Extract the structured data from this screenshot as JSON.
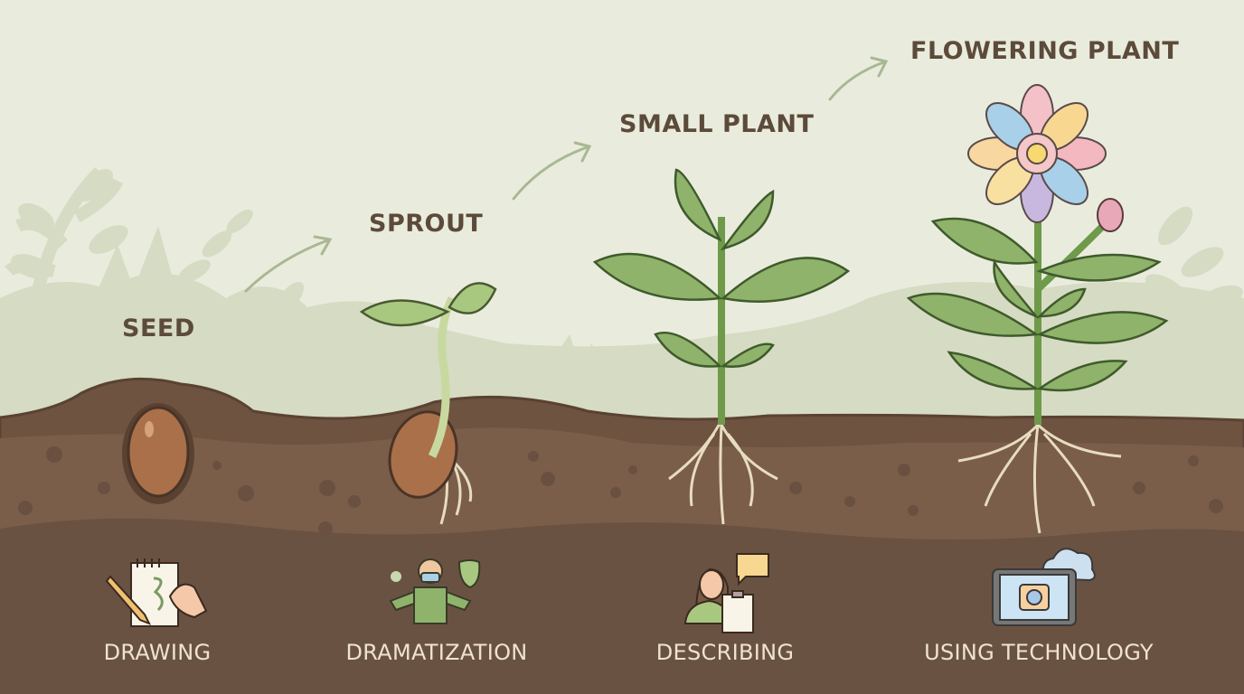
{
  "stages": [
    {
      "label": "SEED"
    },
    {
      "label": "SPROUT"
    },
    {
      "label": "SMALL PLANT"
    },
    {
      "label": "FLOWERING PLANT"
    }
  ],
  "methods": [
    {
      "label": "DRAWING",
      "icon": "notepad-pencil-hand-icon"
    },
    {
      "label": "DRAMATIZATION",
      "icon": "actor-mask-icon"
    },
    {
      "label": "DESCRIBING",
      "icon": "person-speech-clipboard-icon"
    },
    {
      "label": "USING TECHNOLOGY",
      "icon": "tablet-camera-cloud-icon"
    }
  ],
  "colors": {
    "sky": "#e9ecdd",
    "background_foliage": "#d6dbc3",
    "topsoil": "#7a5e4a",
    "subsoil": "#6a5242",
    "leaf": "#8fb36a",
    "stem": "#6e9a4a",
    "seed": "#a9704a",
    "stage_text": "#5c4a3a",
    "method_text": "#efe3cc"
  }
}
